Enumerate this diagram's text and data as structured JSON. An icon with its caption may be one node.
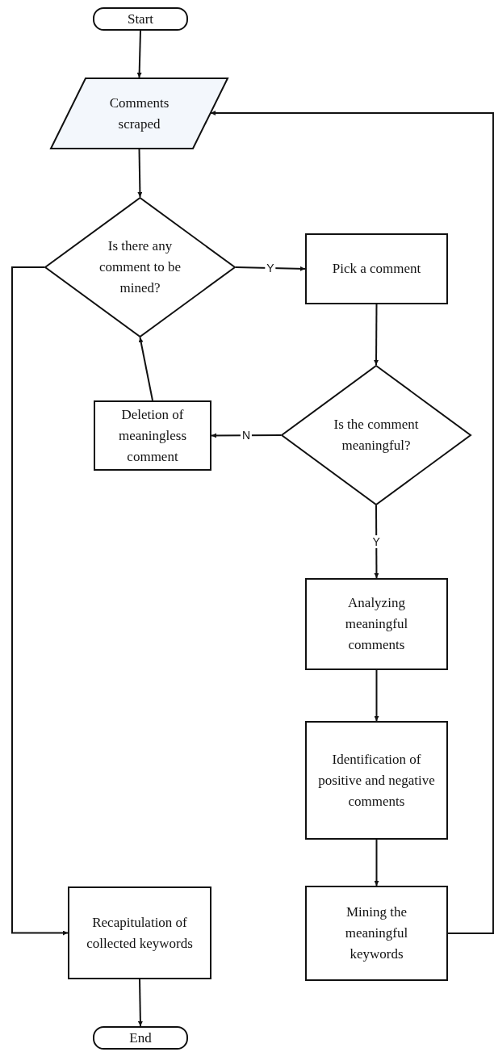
{
  "diagram": {
    "nodes": [
      {
        "text": [
          "Start"
        ]
      },
      {
        "text": [
          "Comments scraped"
        ]
      },
      {
        "text": [
          "Is there any comment to be mined?"
        ]
      },
      {
        "text": [
          "Pick a comment"
        ]
      },
      {
        "text": [
          "Is the comment meaningful?"
        ]
      },
      {
        "text": [
          "Deletion of meaningless comment"
        ]
      },
      {
        "text": [
          "Analyzing meaningful comments"
        ]
      },
      {
        "text": [
          "Identification of positive and negative comments"
        ]
      },
      {
        "text": [
          "Mining the meaningful keywords"
        ]
      },
      {
        "text": [
          "Recapitulation of collected keywords"
        ]
      },
      {
        "text": [
          "End"
        ]
      }
    ],
    "edges": [
      {
        "from": 0,
        "to": 1,
        "arrow": "to"
      },
      {
        "from": 1,
        "to": 2,
        "arrow": "to"
      },
      {
        "from": 2,
        "to": 3,
        "arrow": "to",
        "label": "Y"
      },
      {
        "from": 3,
        "to": 4,
        "arrow": "to"
      },
      {
        "from": 4,
        "to": 5,
        "arrow": "to",
        "label": "N"
      },
      {
        "from": 5,
        "to": 2,
        "arrow": "to"
      },
      {
        "from": 4,
        "to": 6,
        "arrow": "to",
        "label": "Y"
      },
      {
        "from": 6,
        "to": 7,
        "arrow": "to"
      },
      {
        "from": 7,
        "to": 8,
        "arrow": "to"
      },
      {
        "from": 8,
        "to": 1,
        "arrow": "to"
      },
      {
        "from": 2,
        "to": 9,
        "arrow": "to"
      },
      {
        "from": 9,
        "to": 10,
        "arrow": "to"
      }
    ]
  }
}
